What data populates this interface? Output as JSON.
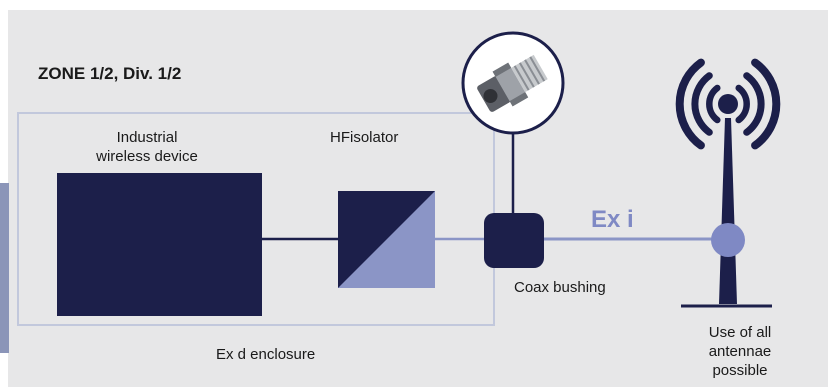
{
  "zone_label": "ZONE 1/2, Div. 1/2",
  "device_label": [
    "Industrial",
    "wireless device"
  ],
  "isolator_label": "HFisolator",
  "bushing_label": "Coax bushing",
  "enclosure_label": "Ex d enclosure",
  "signal_label": "Ex i",
  "antenna_label": [
    "Use of all",
    "antennae possible"
  ],
  "colors": {
    "background": "#e7e7e8",
    "dark_blue": "#1c1f4a",
    "accent": "#7f89c4",
    "enclosure_border": "#c2c8dc"
  }
}
